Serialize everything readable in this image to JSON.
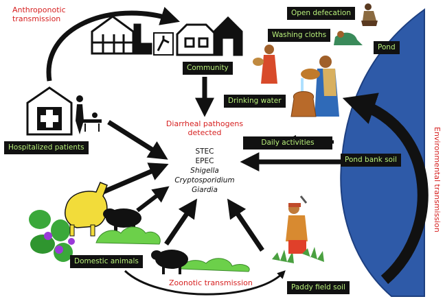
{
  "transmission": {
    "anthroponotic": "Anthroponotic\ntransmission",
    "environmental": "Environmental transmission",
    "zoonotic": "Zoonotic transmission"
  },
  "sources": {
    "community": "Community",
    "hospitalized": "Hospitalized patients",
    "domestic_animals": "Domestic animals",
    "paddy_field_soil": "Paddy field soil",
    "pond_bank_soil": "Pond bank soil",
    "daily_activities": "Daily activities",
    "drinking_water": "Drinking water",
    "washing_cloths": "Washing cloths",
    "open_defecation": "Open defecation",
    "pond": "Pond"
  },
  "center": {
    "title": "Diarrheal pathogens\ndetected",
    "pathogens": [
      "STEC",
      "EPEC",
      "Shigella",
      "Cryptosporidium",
      "Giardia"
    ]
  },
  "colors": {
    "label_bg": "#111111",
    "label_text": "#b8f07a",
    "transmission_text": "#d62020",
    "pond": "#2e5aa8"
  }
}
